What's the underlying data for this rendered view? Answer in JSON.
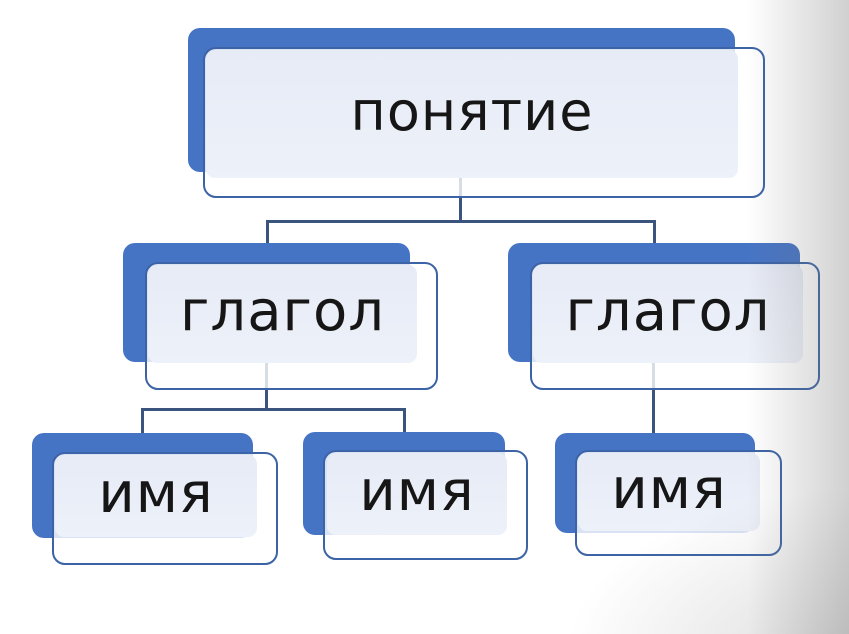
{
  "diagram": {
    "type": "hierarchy",
    "tree": {
      "label": "понятие",
      "children": [
        {
          "label": "глагол",
          "children": [
            {
              "label": "имя"
            },
            {
              "label": "имя"
            }
          ]
        },
        {
          "label": "глагол",
          "children": [
            {
              "label": "имя"
            }
          ]
        }
      ]
    }
  },
  "nodes": {
    "root": {
      "label": "понятие"
    },
    "verb_left": {
      "label": "глагол"
    },
    "verb_right": {
      "label": "глагол"
    },
    "name_1": {
      "label": "имя"
    },
    "name_2": {
      "label": "имя"
    },
    "name_3": {
      "label": "имя"
    }
  },
  "colors": {
    "accent_fill": "#4674c5",
    "frame_border": "#3b63a6",
    "inner_fill_top": "#e7ebf6",
    "inner_fill_bottom": "#edf1f9",
    "connector": "#3a547e",
    "text_color": "#161616"
  }
}
